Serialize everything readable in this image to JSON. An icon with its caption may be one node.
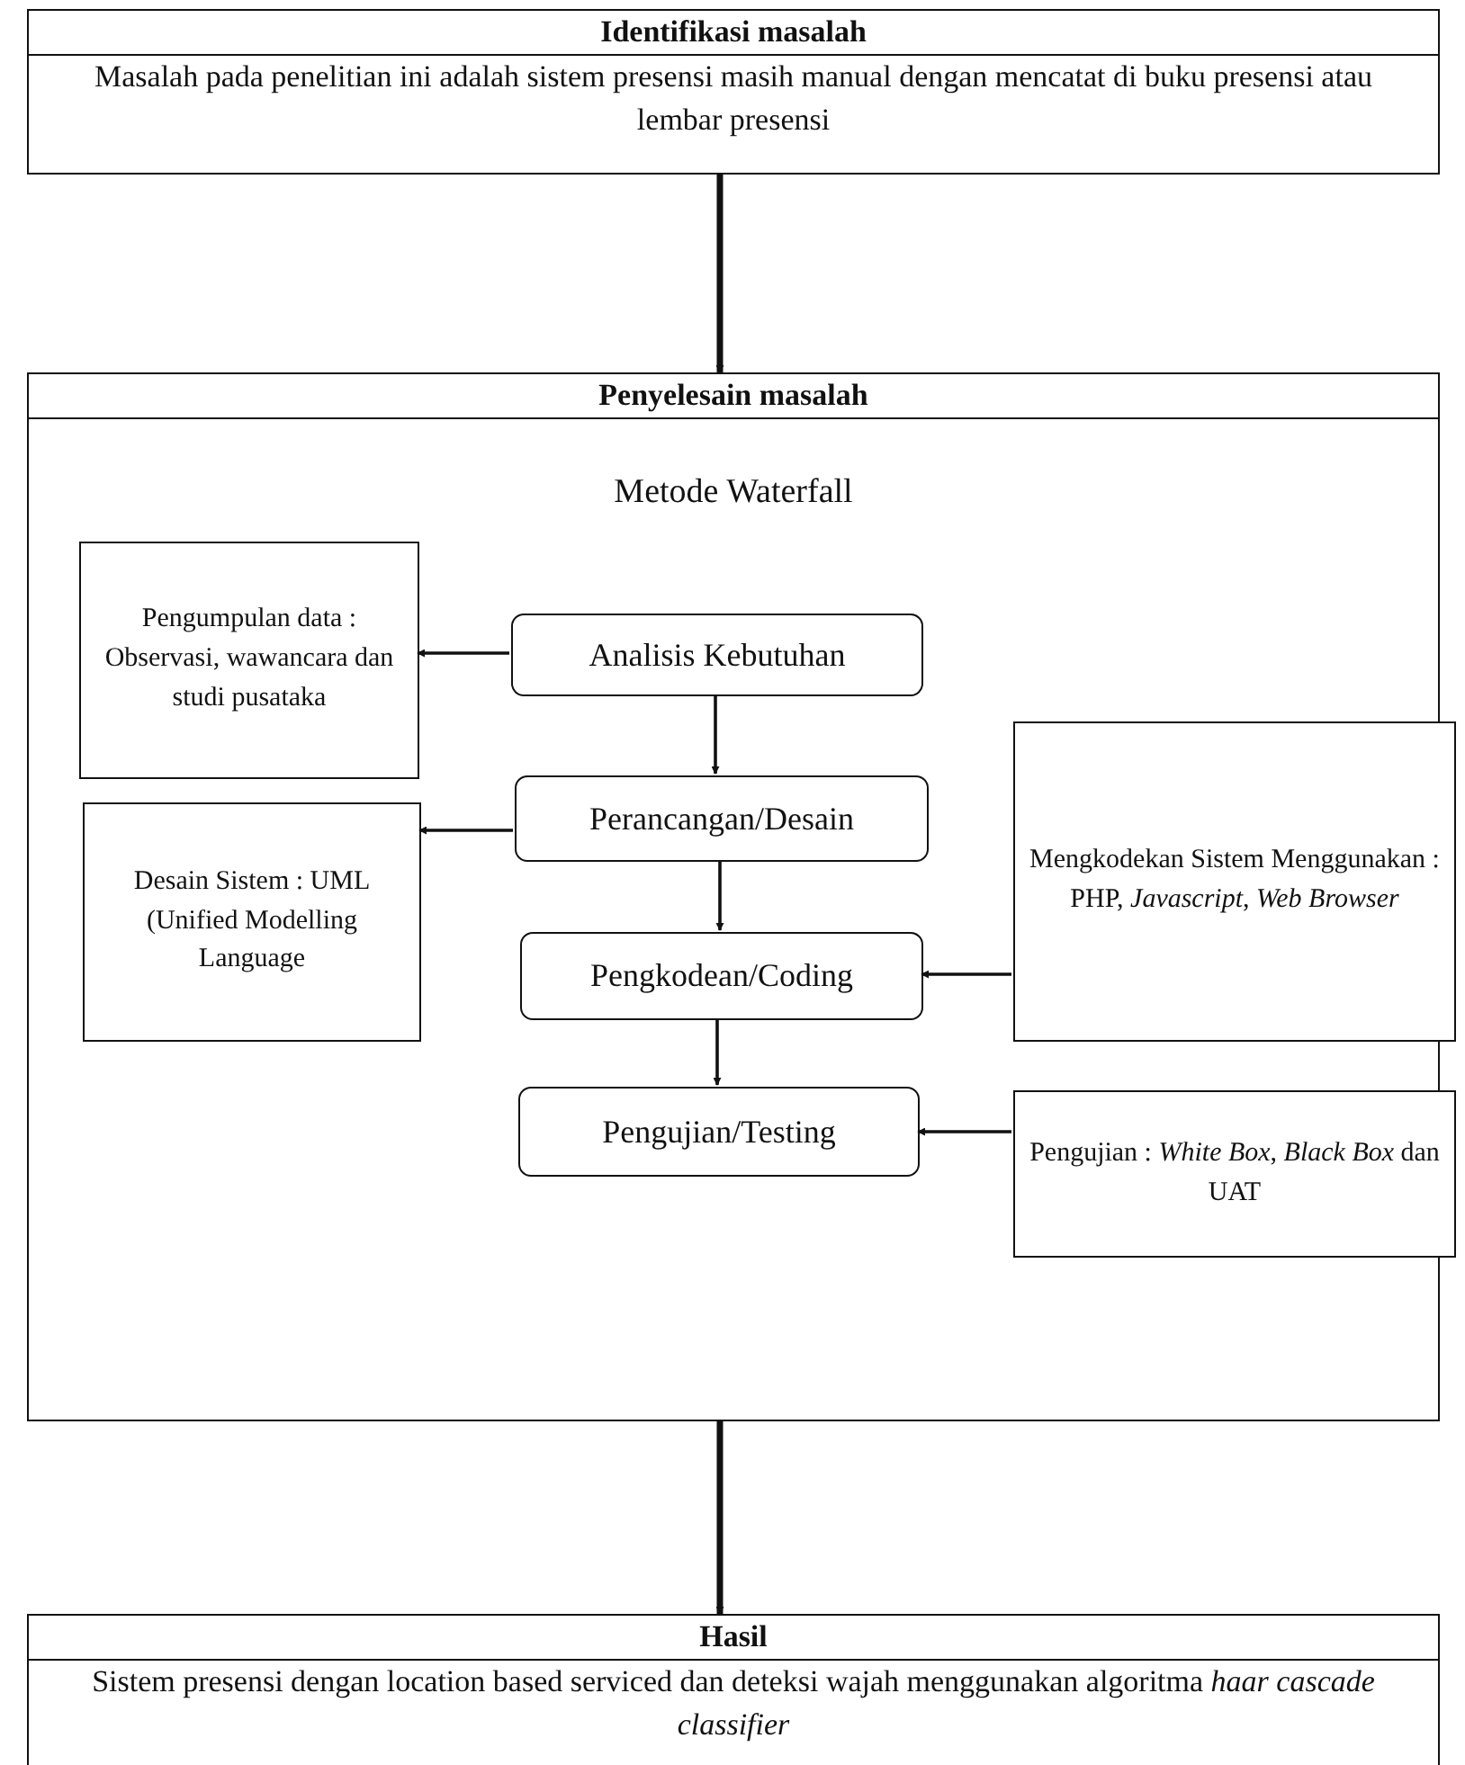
{
  "diagram": {
    "nodes": [
      {
        "text": [
          "Identifikasi masalah",
          "Masalah pada penelitian ini adalah sistem presensi masih manual dengan mencatat di buku presensi atau lembar presensi"
        ]
      },
      {
        "text": [
          "Penyelesain masalah",
          "Metode Waterfall"
        ]
      },
      {
        "text": [
          "Pengumpulan data : Observasi, wawancara dan studi pusataka"
        ],
        "in": 1
      },
      {
        "text": [
          "Analisis Kebutuhan"
        ],
        "in": 1
      },
      {
        "text": [
          "Perancangan/Desain"
        ],
        "in": 1
      },
      {
        "text": [
          "Desain Sistem : UML (Unified Modelling Language"
        ],
        "in": 1
      },
      {
        "text": [
          "Mengkodekan Sistem Menggunakan : PHP, *Javascript*, *Web Browser*"
        ],
        "in": 1
      },
      {
        "text": [
          "Pengkodean/Coding"
        ],
        "in": 1
      },
      {
        "text": [
          "Pengujian/Testing"
        ],
        "in": 1
      },
      {
        "text": [
          "Pengujian : *White Box*, *Black Box* dan UAT"
        ],
        "in": 1
      },
      {
        "text": [
          "Hasil",
          "Sistem presensi dengan location based serviced dan deteksi wajah menggunakan algoritma *haar cascade classifier*"
        ]
      }
    ],
    "edges": [
      {
        "from": 0,
        "to": 1,
        "arrow": "to",
        "style": "thick"
      },
      {
        "from": 3,
        "to": 2,
        "arrow": "to"
      },
      {
        "from": 3,
        "to": 4,
        "arrow": "to"
      },
      {
        "from": 4,
        "to": 5,
        "arrow": "to"
      },
      {
        "from": 4,
        "to": 7,
        "arrow": "to"
      },
      {
        "from": 6,
        "to": 7,
        "arrow": "to"
      },
      {
        "from": 7,
        "to": 8,
        "arrow": "to"
      },
      {
        "from": 9,
        "to": 8,
        "arrow": "to"
      },
      {
        "from": 1,
        "to": 10,
        "arrow": "to",
        "style": "thick"
      }
    ]
  }
}
